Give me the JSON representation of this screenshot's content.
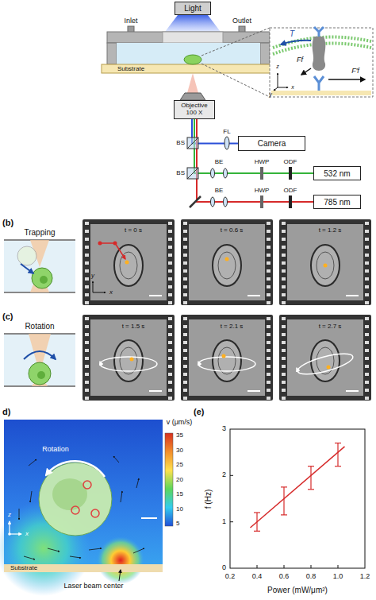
{
  "diagram": {
    "nodes": [
      {
        "text": [
          "Light"
        ]
      },
      {
        "text": [
          "Objective 100 X"
        ]
      },
      {
        "text": [
          "Camera"
        ]
      },
      {
        "text": [
          "532 nm"
        ]
      },
      {
        "text": [
          "785 nm"
        ]
      }
    ],
    "edges": [
      {
        "from": 1,
        "to": 2,
        "arrow": "none"
      },
      {
        "from": 3,
        "to": 1,
        "arrow": "none"
      },
      {
        "from": 4,
        "to": 1,
        "arrow": "none"
      }
    ],
    "labels": [
      "Inlet",
      "Outlet",
      "Substrate",
      "T",
      "Ff",
      "F′f",
      "z",
      "y",
      "x",
      "BS",
      "BS",
      "FL",
      "BE",
      "BE",
      "HWP",
      "HWP",
      "ODF",
      "ODF",
      "(b)",
      "Trapping",
      "t = 0 s",
      "y",
      "x",
      "t = 0.6 s",
      "t = 1.2 s",
      "(c)",
      "Rotation",
      "t = 1.5 s",
      "t = 2.1 s",
      "t = 2.7 s",
      "d)",
      "v (μm/s)",
      "35",
      "30",
      "25",
      "20",
      "15",
      "10",
      "5",
      "Rotation",
      "z",
      "x",
      "Substrate",
      "Laser beam center",
      "(e)",
      "f (Hz)",
      "3",
      "2",
      "1",
      "0",
      "0.2",
      "0.4",
      "0.6",
      "0.8",
      "1.0",
      "1.2",
      "Power (mW/μm²)"
    ]
  }
}
